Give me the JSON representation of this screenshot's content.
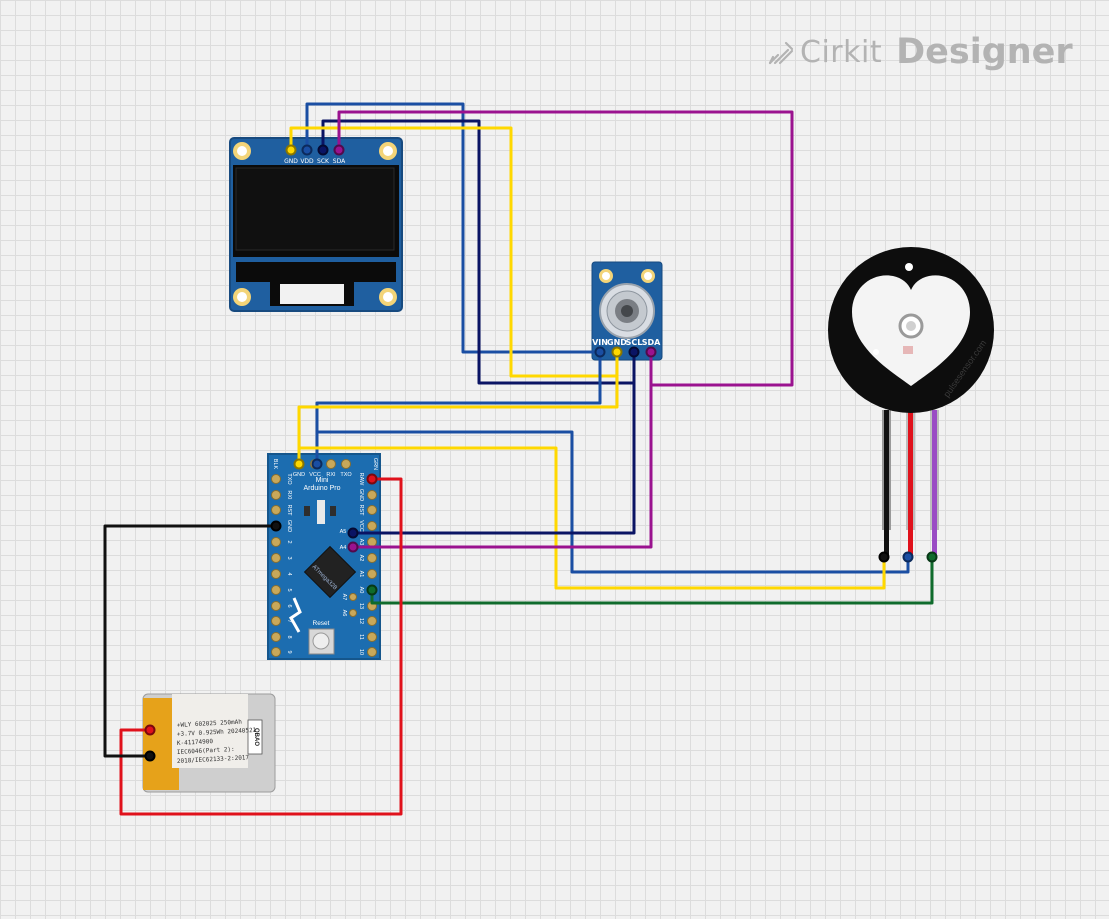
{
  "brand": {
    "logo_word1": "Cirkit",
    "logo_word2": "Designer"
  },
  "oled": {
    "pins": [
      "GND",
      "VDD",
      "SCK",
      "SDA"
    ]
  },
  "temp_sensor": {
    "pins": [
      "VIN",
      "GND",
      "SCL",
      "SDA"
    ]
  },
  "arduino": {
    "title_line1": "Mini",
    "title_line2": "Arduino Pro",
    "top_pins": [
      "BLK",
      "GND",
      "VCC",
      "RXI",
      "TXO",
      "GRN"
    ],
    "left_pins": [
      "TXO",
      "RXI",
      "RST",
      "GND",
      "2",
      "3",
      "4",
      "5",
      "6",
      "7",
      "8",
      "9"
    ],
    "right_pins": [
      "RAW",
      "GND",
      "RST",
      "VCC",
      "A3",
      "A2",
      "A1",
      "A0",
      "13",
      "12",
      "11",
      "10"
    ],
    "inner_pins": [
      "A5",
      "A4",
      "A7",
      "A6"
    ],
    "chip_label": "ATmega328",
    "reset_label": "Reset"
  },
  "battery": {
    "lines": [
      "+WLY 602025 250mAh",
      "+3.7V 0.925Wh 20240521",
      "K-41174900",
      "IEC6046(Part 2):",
      "2018/IEC62133-2:2017"
    ],
    "tag": "QBAO"
  },
  "pulse_sensor": {
    "watermark": "pulsesensor.com"
  },
  "wire_colors": {
    "yellow": "#ffd800",
    "blue": "#1a4ea3",
    "navy": "#0a1464",
    "purple": "#9a128f",
    "red": "#e0111b",
    "black": "#111111",
    "green": "#0f6b2c"
  }
}
